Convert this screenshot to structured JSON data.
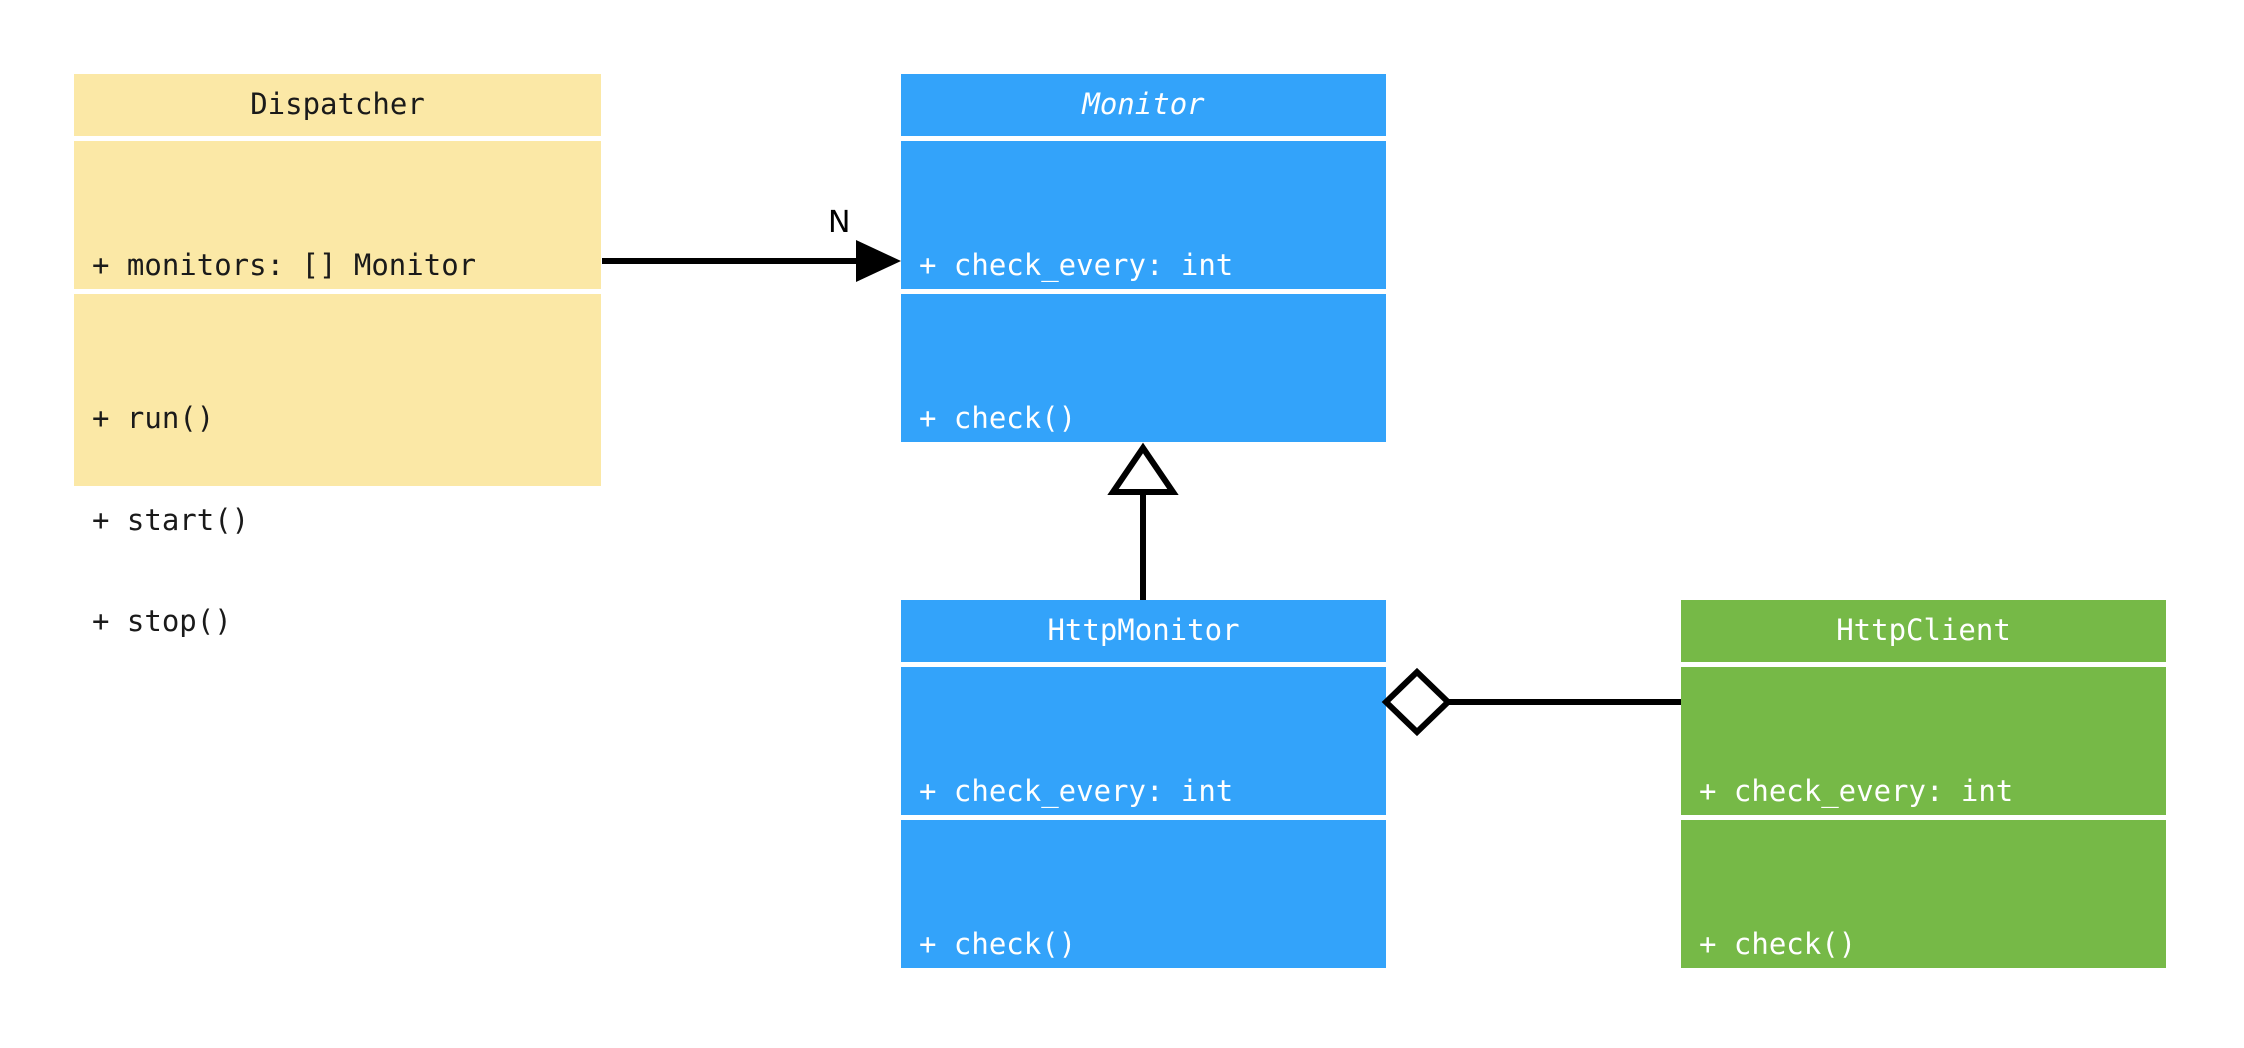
{
  "diagram": {
    "type": "uml-class-diagram",
    "background": "#ffffff",
    "palette": {
      "yellow_fill": "#fbe8a6",
      "blue_fill": "#33a3fa",
      "green_fill": "#76b947",
      "dark_text": "#1a1a1a",
      "light_text": "#ffffff",
      "connector": "#000000"
    }
  },
  "classes": {
    "dispatcher": {
      "name": "Dispatcher",
      "abstract": false,
      "color": "#fbe8a6",
      "attributes": [
        "+ monitors: [] Monitor"
      ],
      "methods": [
        "+ run()",
        "+ start()",
        "+ stop()"
      ]
    },
    "monitor": {
      "name": "Monitor",
      "abstract": true,
      "color": "#33a3fa",
      "attributes": [
        "+ check_every: int"
      ],
      "methods": [
        "+ check()"
      ]
    },
    "http_monitor": {
      "name": "HttpMonitor",
      "abstract": false,
      "color": "#33a3fa",
      "attributes": [
        "+ check_every: int"
      ],
      "methods": [
        "+ check()"
      ]
    },
    "http_client": {
      "name": "HttpClient",
      "abstract": false,
      "color": "#76b947",
      "attributes": [
        "+ check_every: int"
      ],
      "methods": [
        "+ check()"
      ]
    }
  },
  "relationships": {
    "dispatcher_to_monitor": {
      "kind": "association",
      "from": "Dispatcher",
      "to": "Monitor",
      "label": "N",
      "arrow": "filled-triangle"
    },
    "http_monitor_to_monitor": {
      "kind": "generalization",
      "from": "HttpMonitor",
      "to": "Monitor",
      "label": "",
      "arrow": "hollow-triangle"
    },
    "http_monitor_to_http_client": {
      "kind": "aggregation",
      "from": "HttpMonitor",
      "to": "HttpClient",
      "label": "",
      "arrow": "hollow-diamond"
    }
  }
}
